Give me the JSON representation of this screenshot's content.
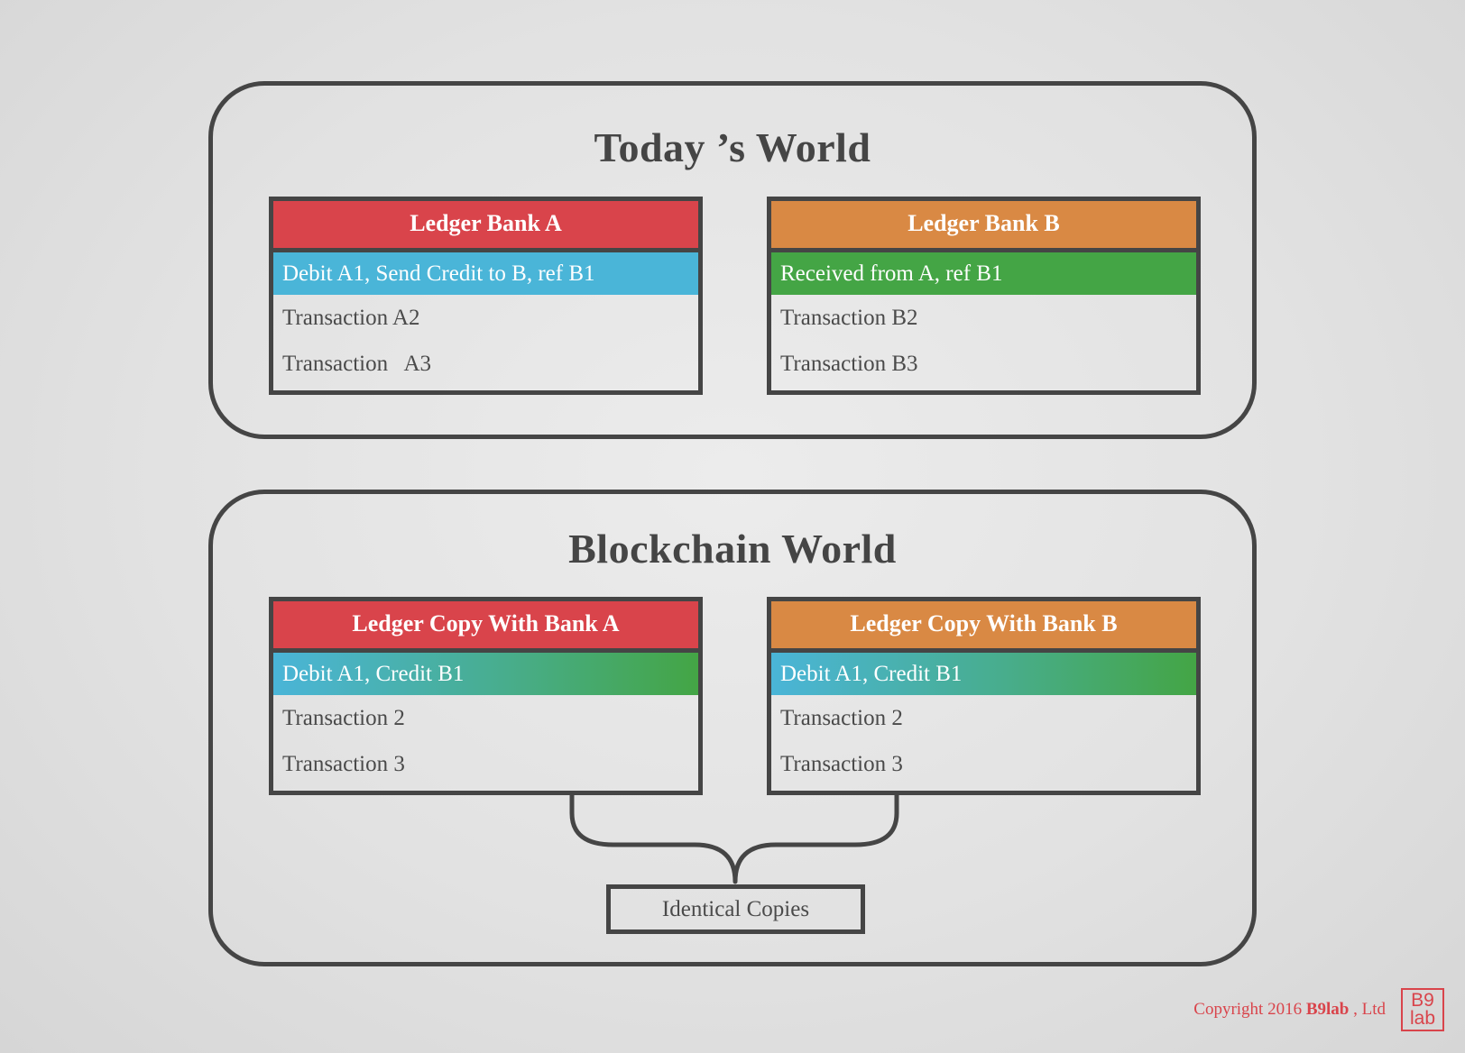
{
  "today_world": {
    "title": "Today ’s World",
    "ledger_a": {
      "header": "Ledger Bank A",
      "rows": [
        "Debit A1, Send Credit to B, ref B1",
        "Transaction A2",
        "Transaction   A3"
      ]
    },
    "ledger_b": {
      "header": "Ledger Bank B",
      "rows": [
        "Received from A, ref B1",
        "Transaction B2",
        "Transaction B3"
      ]
    }
  },
  "blockchain_world": {
    "title": "Blockchain World",
    "ledger_a": {
      "header": "Ledger Copy With Bank A",
      "rows": [
        "Debit A1, Credit B1",
        "Transaction 2",
        "Transaction 3"
      ]
    },
    "ledger_b": {
      "header": "Ledger Copy With Bank B",
      "rows": [
        "Debit A1, Credit B1",
        "Transaction 2",
        "Transaction 3"
      ]
    },
    "identical_copies": "Identical Copies"
  },
  "footer": {
    "copyright_prefix": "Copyright 2016 ",
    "copyright_brand": "B9lab",
    "copyright_suffix": " , Ltd",
    "logo_line1": "B9",
    "logo_line2": "lab"
  },
  "colors": {
    "red": "#d9444b",
    "orange": "#d98944",
    "blue": "#4ab5d8",
    "green": "#44a545",
    "border": "#454545"
  }
}
